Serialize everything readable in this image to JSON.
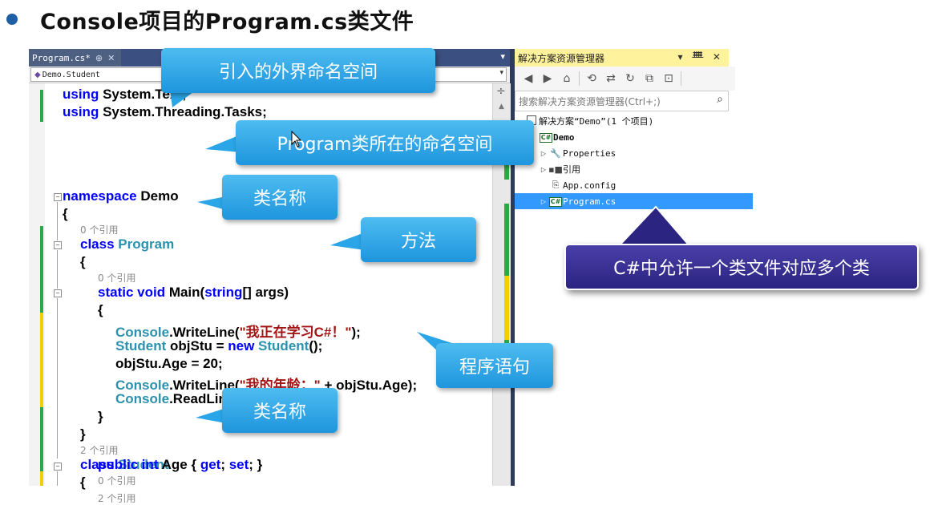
{
  "slide": {
    "title": "Console项目的Program.cs类文件"
  },
  "editor": {
    "tab_label": "Program.cs*",
    "tab_pin": "⊕",
    "tab_close": "✕",
    "tab_dropdown": "▾",
    "nav_class": "Demo.Student",
    "nav_caret": "▾",
    "scroll_split": "÷",
    "scroll_up": "▲",
    "refs": {
      "zero": "0 个引用",
      "two": "2 个引用"
    },
    "code": {
      "l1_kw": "using",
      "l1_rest": " System.Text;",
      "l2_kw": "using",
      "l2_rest": " System.Threading.Tasks;",
      "ns_kw": "namespace",
      "ns_name": " Demo",
      "brace_open": "{",
      "brace_close": "}",
      "class_kw": "class",
      "class_program": " Program",
      "static_kw": "static void",
      "main_rest": " Main(",
      "string_kw": "string",
      "main_end": "[] args)",
      "console": "Console",
      "writeline": ".WriteLine(",
      "str1": "\"我正在学习C#！\"",
      "close_paren_semi": ");",
      "student_ty": "Student",
      "objstu_decl": " objStu = ",
      "new_kw": "new",
      "student_ctor": " Student",
      "ctor_end": "();",
      "age_assign": "objStu.Age = 20;",
      "str2": "\"我的年龄：\"",
      "age_concat": " + objStu.Age);",
      "readline": ".ReadLine();",
      "class_student": " Student",
      "public_kw": "public int",
      "age_prop": " Age { ",
      "get_kw": "get",
      "semi_sp": "; ",
      "set_kw": "set",
      "prop_end": "; }"
    }
  },
  "solution_explorer": {
    "title": "解决方案资源管理器",
    "title_ctrls": "▾ ᚙ ✕",
    "toolbar": [
      "◀",
      "▶",
      "⌂",
      "⟲",
      "⇄",
      "↻",
      "⧉",
      "⊡"
    ],
    "search_placeholder": "搜索解决方案资源管理器(Ctrl+;)",
    "search_icon": "⌕",
    "tree": {
      "solution": "解决方案“Demo”(1 个项目)",
      "project": "Demo",
      "properties": "Properties",
      "references": "引用",
      "appconfig": "App.config",
      "program": "Program.cs"
    }
  },
  "callouts": {
    "using_ns": "引入的外界命名空间",
    "program_ns": "Program类所在的命名空间",
    "class_name_1": "类名称",
    "method": "方法",
    "statements": "程序语句",
    "class_name_2": "类名称",
    "multi_class": "C#中允许一个类文件对应多个类"
  },
  "colors": {
    "keyword": "#0000ff",
    "type": "#2b91af",
    "string": "#a31515",
    "callout_blue": "#2aa6e8",
    "callout_dark": "#2b2480",
    "selection": "#3399ff"
  }
}
